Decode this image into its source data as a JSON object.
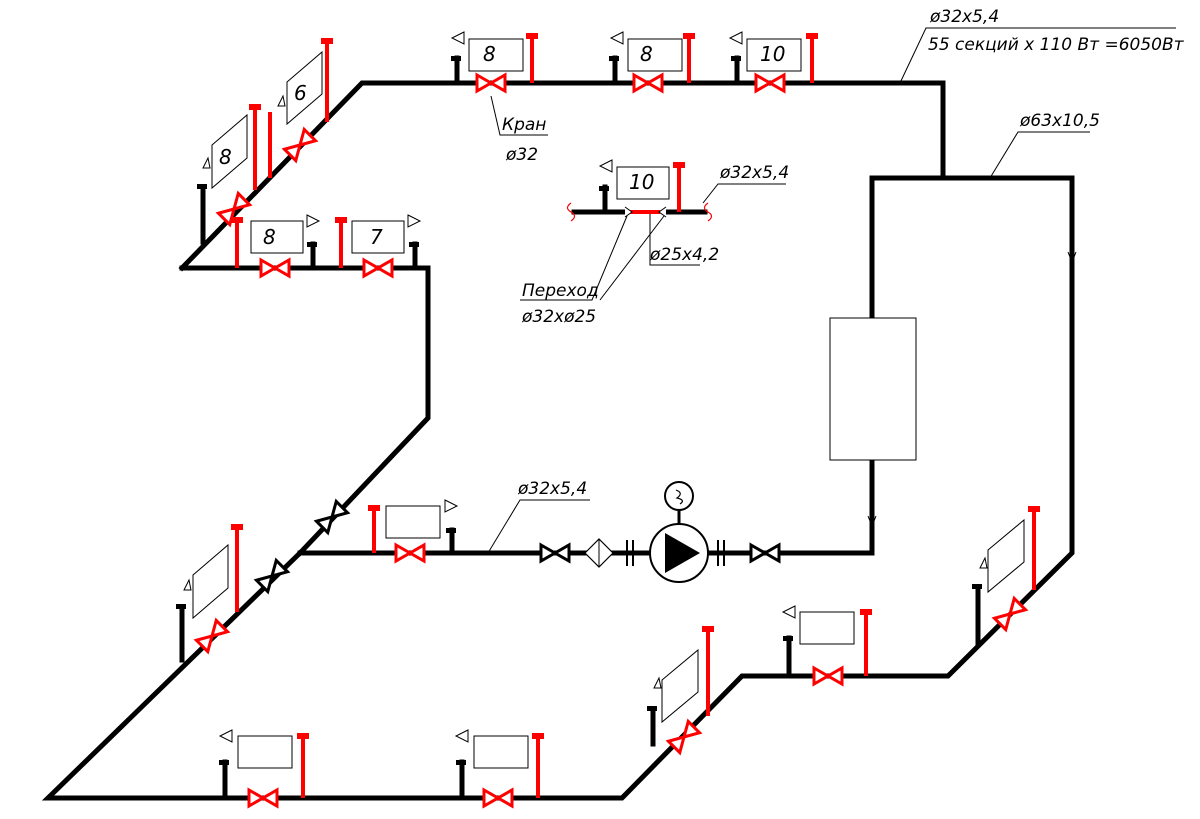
{
  "colors": {
    "supply_pipe": "#000000",
    "radiator_riser": "#ff0000",
    "background": "#ffffff"
  },
  "labels": {
    "pipe_main_top": "ø32x5,4",
    "radiator_total": "55 секций x 110 Вт =6050Вт",
    "pipe_riser_right": "ø63x10,5",
    "valve_name": "Кран",
    "valve_size": "ø32",
    "detail_pipe": "ø32x5,4",
    "detail_small_pipe": "ø25x4,2",
    "transition_name": "Переход",
    "transition_size": "ø32xø25",
    "pipe_return": "ø32x5,4"
  },
  "radiators": {
    "top_1": "8",
    "top_2": "8",
    "top_3": "10",
    "detail": "10",
    "left_upper": "6",
    "left_lower": "8",
    "mid_1": "8",
    "mid_2": "7"
  }
}
